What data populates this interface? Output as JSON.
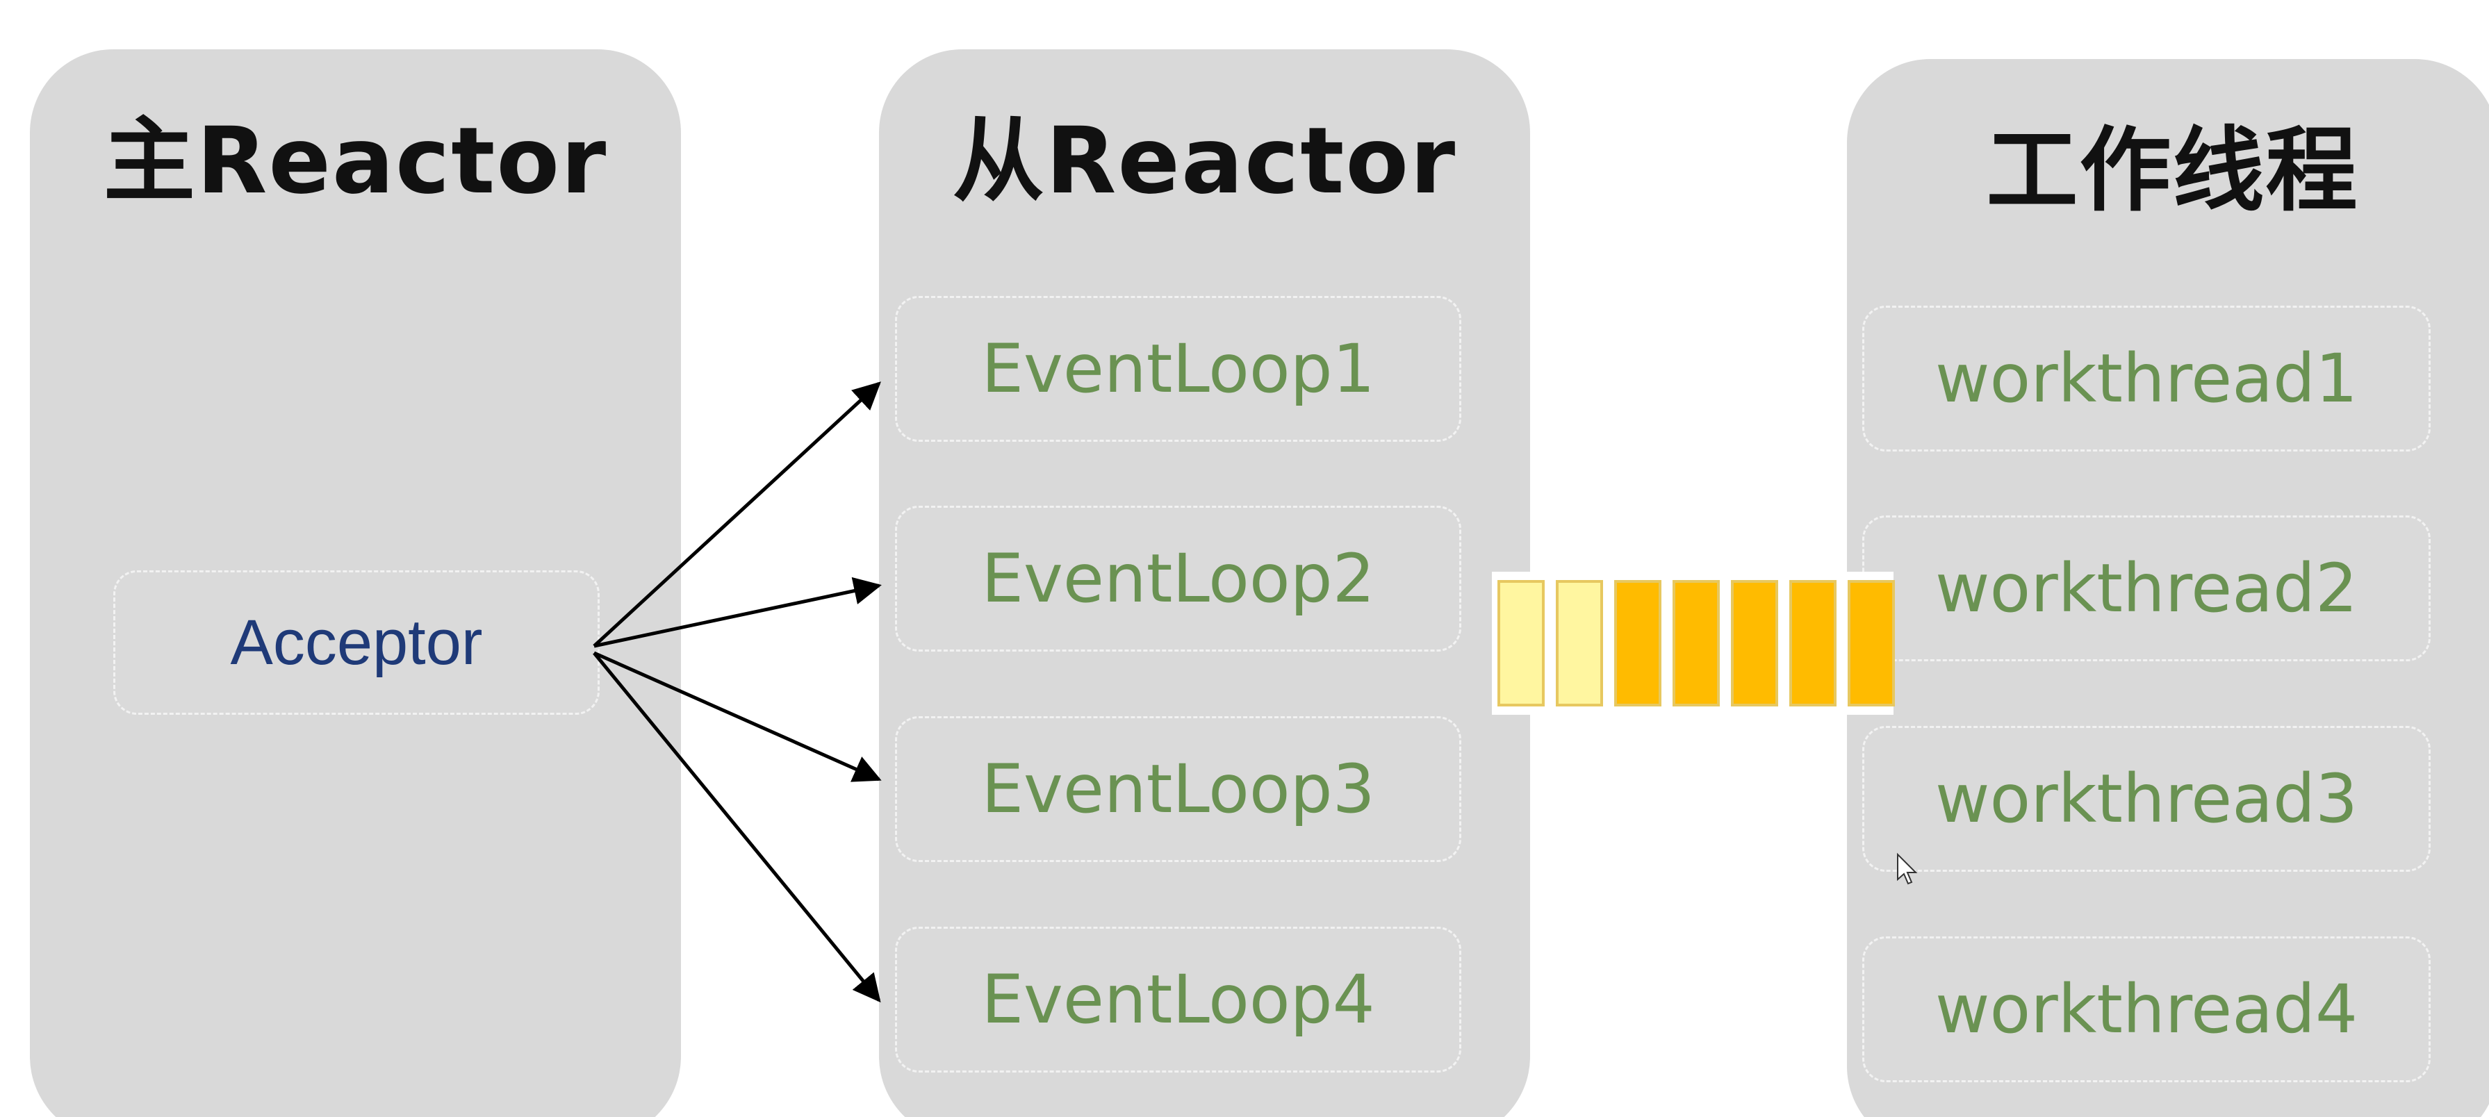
{
  "panels": {
    "main": {
      "title": "主Reactor",
      "acceptor": "Acceptor"
    },
    "sub": {
      "title": "从Reactor",
      "event_loops": [
        "EventLoop1",
        "EventLoop2",
        "EventLoop3",
        "EventLoop4"
      ]
    },
    "work": {
      "title": "工作线程",
      "workers": [
        "workthread1",
        "workthread2",
        "workthread3",
        "workthread4"
      ]
    }
  },
  "queue": {
    "slots": [
      "empty",
      "empty",
      "filled",
      "filled",
      "filled",
      "filled",
      "filled"
    ]
  },
  "colors": {
    "panel_bg": "#d9d9d9",
    "box_text_green": "#6a9252",
    "acceptor_text_blue": "#1f3a78",
    "queue_empty": "#fff6a0",
    "queue_filled": "#ffbb00",
    "arrow": "#000000"
  }
}
